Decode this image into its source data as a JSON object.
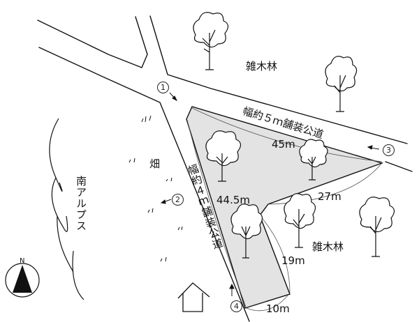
{
  "labels": {
    "forest_north": "雑木林",
    "forest_east": "雑木林",
    "field": "畑",
    "mountains": "南アルプス",
    "road_5m": "幅約５ｍ舗装公道",
    "road_4m": "幅約４ｍ舗装公道",
    "compass_north": "N"
  },
  "distances": {
    "north_edge": "45m",
    "west_edge": "44.5m",
    "inner_edge": "27m",
    "east_edge": "19m",
    "south_edge": "10m"
  },
  "viewpoints": [
    "1",
    "2",
    "3",
    "4"
  ],
  "colors": {
    "parcel_fill": "#e3e3e3",
    "line": "#111111"
  }
}
